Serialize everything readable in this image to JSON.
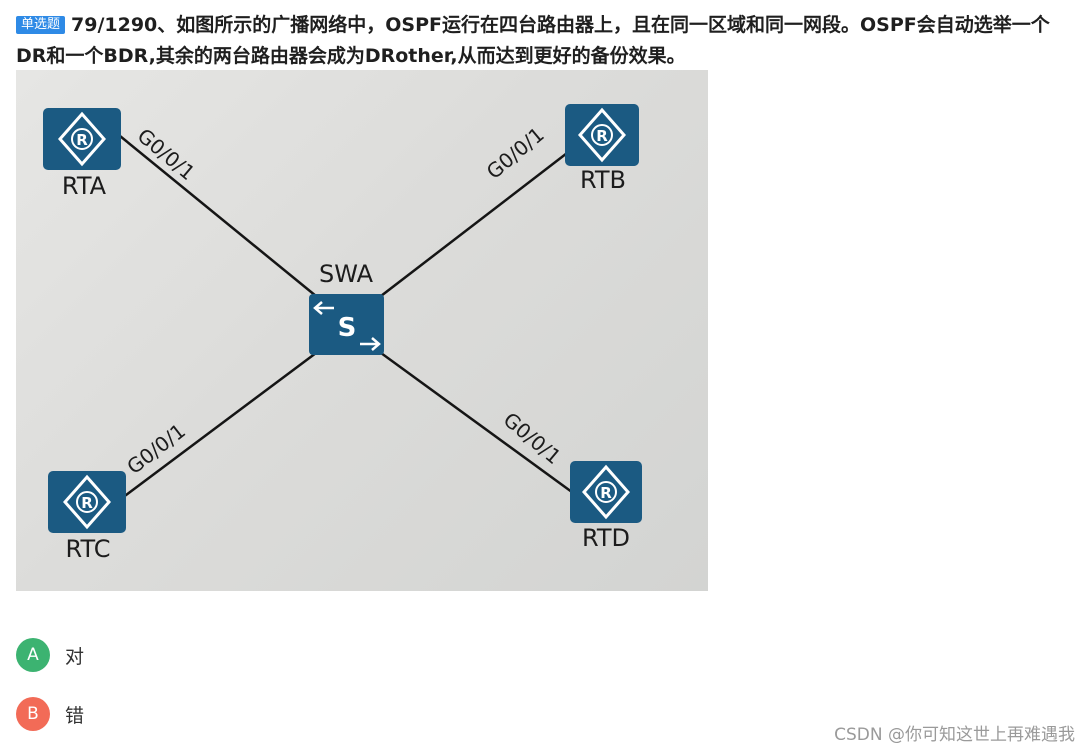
{
  "question": {
    "badge": "单选题",
    "text": "79/1290、如图所示的广播网络中，OSPF运行在四台路由器上，且在同一区域和同一网段。OSPF会自动选举一个DR和一个BDR,其余的两台路由器会成为DRother,从而达到更好的备份效果。"
  },
  "diagram": {
    "switch_label": "SWA",
    "switch_glyph": "S",
    "router_glyph": "R",
    "routers": [
      {
        "name": "RTA",
        "port": "G0/0/1"
      },
      {
        "name": "RTB",
        "port": "G0/0/1"
      },
      {
        "name": "RTC",
        "port": "G0/0/1"
      },
      {
        "name": "RTD",
        "port": "G0/0/1"
      }
    ],
    "device_color": "#1b5a82"
  },
  "options": [
    {
      "letter": "A",
      "text": "对",
      "color": "#3cb371"
    },
    {
      "letter": "B",
      "text": "错",
      "color": "#f26b57"
    }
  ],
  "watermark": "CSDN @你可知这世上再难遇我"
}
